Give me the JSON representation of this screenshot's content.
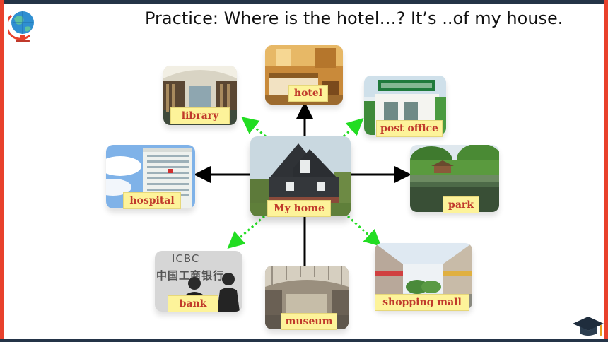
{
  "title": "Practice: Where is the hotel…? It’s ..of my house.",
  "places": {
    "hotel": "hotel",
    "library": "library",
    "post_office": "post office",
    "hospital": "hospital",
    "home": "My home",
    "park": "park",
    "bank": "bank",
    "museum": "museum",
    "shopping_mall": "shopping mall"
  },
  "bank_sign": {
    "top": "ICBC",
    "bottom": "中国工商银行"
  },
  "icons": {
    "globe": "globe-icon",
    "graduation": "graduation-cap-icon"
  },
  "colors": {
    "accent_red": "#e8412c",
    "frame_dark": "#243447",
    "label_bg": "#fdf39a",
    "label_text": "#c0392b",
    "arrow_solid": "#000000",
    "arrow_dotted": "#22dd22"
  }
}
